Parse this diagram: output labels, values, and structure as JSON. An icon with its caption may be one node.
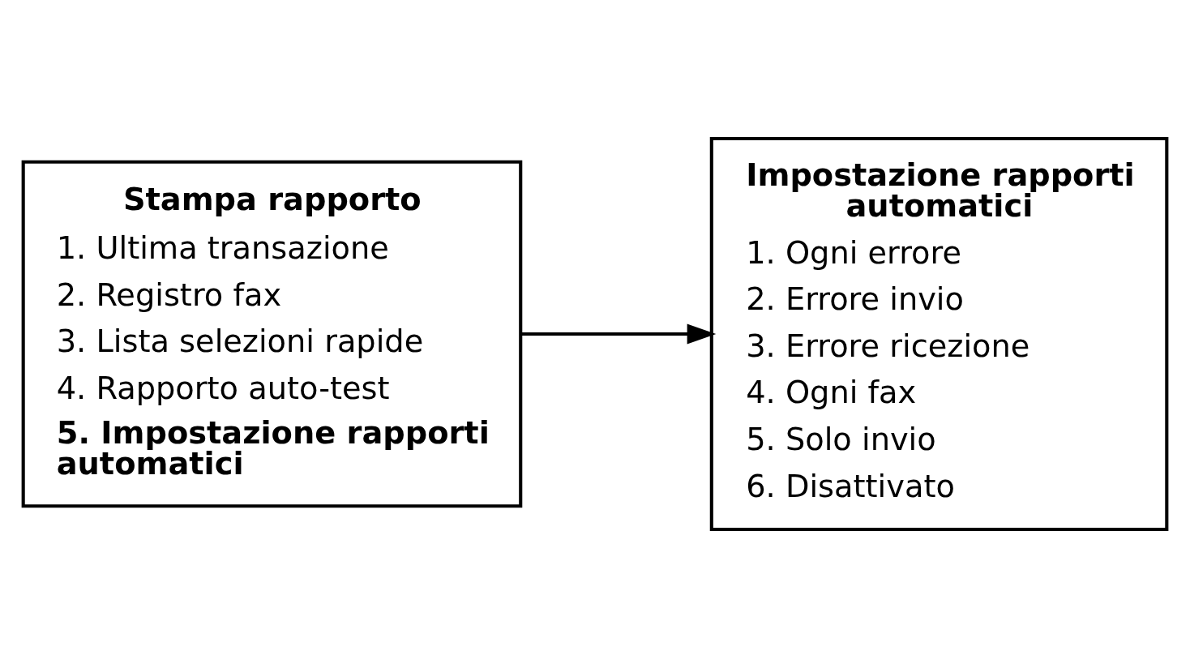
{
  "diagram": {
    "nodes": [
      {
        "text": [
          "Stampa rapporto",
          "1. Ultima transazione",
          "2. Registro fax",
          "3. Lista selezioni rapide",
          "4. Rapporto auto-test",
          "5. Impostazione rapporti automatici"
        ]
      },
      {
        "text": [
          "Impostazione rapporti automatici",
          "1. Ogni errore",
          "2. Errore invio",
          "3. Errore ricezione",
          "4. Ogni fax",
          "5. Solo invio",
          "6. Disattivato"
        ]
      }
    ],
    "edges": [
      {
        "from": 0,
        "to": 1,
        "arrow": "to"
      }
    ]
  }
}
